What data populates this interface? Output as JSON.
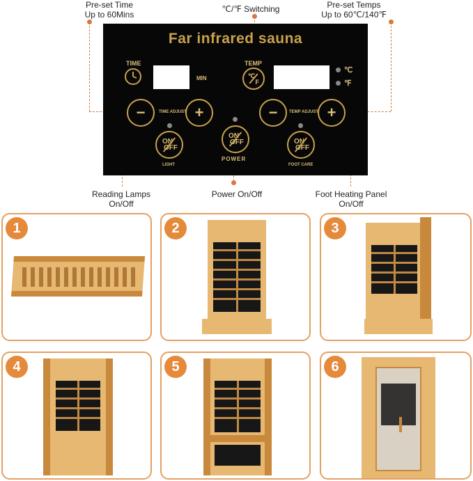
{
  "callouts": {
    "preset_time": {
      "line1": "Pre-set Time",
      "line2": "Up to 60Mins"
    },
    "temp_switch": {
      "line1": "℃/℉ Switching"
    },
    "preset_temps": {
      "line1": "Pre-set Temps",
      "line2": "Up to 60℃/140℉"
    },
    "reading_lamps": {
      "line1": "Reading Lamps",
      "line2": "On/Off"
    },
    "power": {
      "line1": "Power On/Off"
    },
    "foot_heating": {
      "line1": "Foot Heating Panel",
      "line2": "On/Off"
    }
  },
  "panel": {
    "title": "Far infrared sauna",
    "time_label": "TIME",
    "min_label": "MIN",
    "temp_label": "TEMP",
    "celsius": "℃",
    "fahrenheit": "℉",
    "time_adjust": "TIME ADJUST",
    "temp_adjust": "TEMP ADJUST",
    "minus": "−",
    "plus": "+",
    "on": "ON",
    "off": "OFF",
    "temp_switch_c": "℃",
    "temp_switch_f": "F",
    "light_label": "LIGHT",
    "power_label": "POWER",
    "foot_care_label": "FOOT CARE"
  },
  "steps": [
    "1",
    "2",
    "3",
    "4",
    "5",
    "6"
  ],
  "colors": {
    "accent": "#e5893a",
    "panel_bg": "#070707",
    "gold": "#c9a24d"
  }
}
